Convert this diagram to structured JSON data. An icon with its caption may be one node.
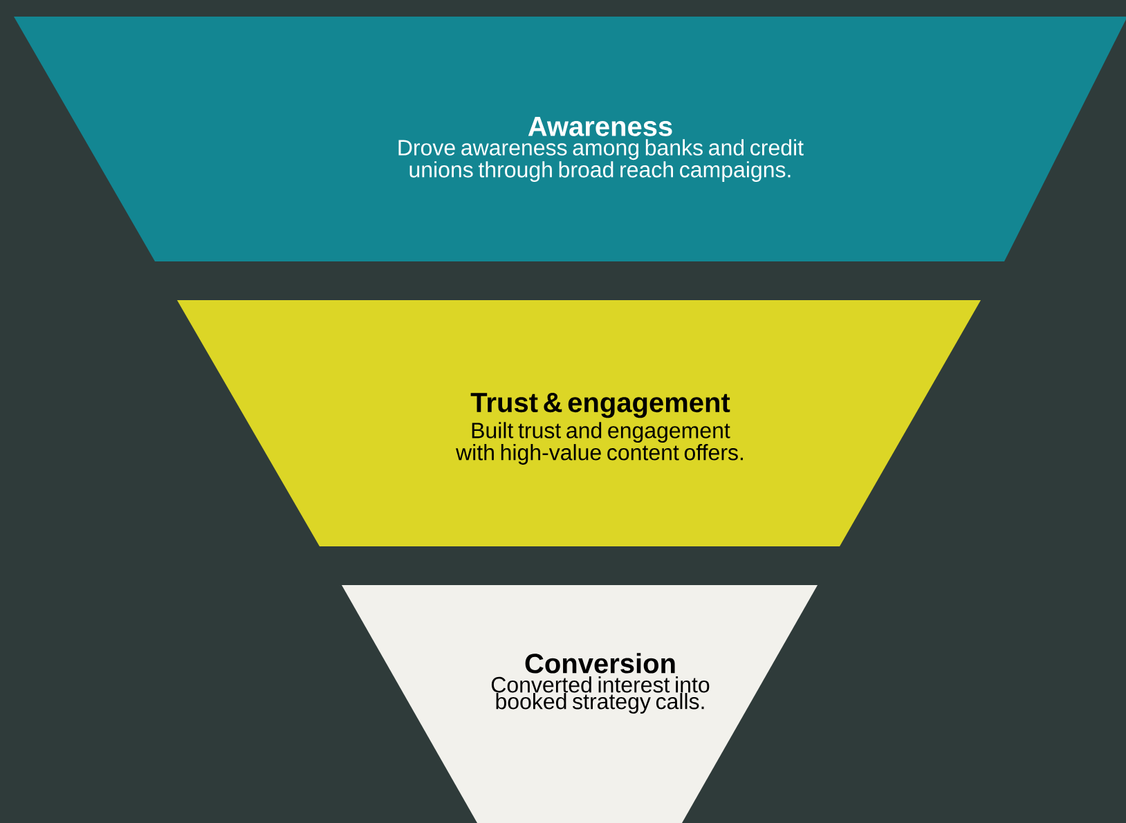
{
  "diagram": {
    "nodes": [
      {
        "text": [
          "Awareness",
          "Drove awareness among banks and credit unions through broad reach campaigns."
        ]
      },
      {
        "text": [
          "Trust & engagement",
          "Built trust and engagement with high-value content offers."
        ]
      },
      {
        "text": [
          "Conversion",
          "Converted interest into booked strategy calls."
        ]
      }
    ]
  }
}
